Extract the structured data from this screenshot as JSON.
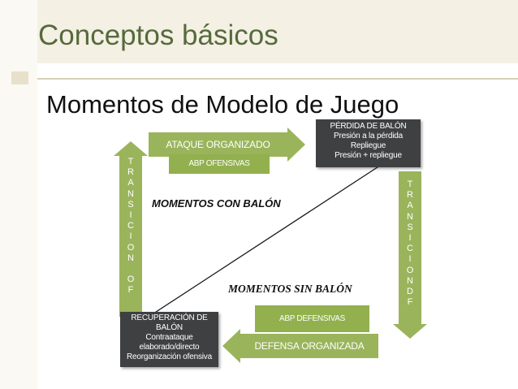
{
  "header": {
    "title": "Conceptos básicos",
    "subtitle": "Momentos de Modelo de Juego"
  },
  "diagram": {
    "perdida": {
      "lines": [
        "PÉRDIDA DE BALÓN",
        "Presión a la pérdida",
        "Repliegue",
        "Presión + repliegue"
      ]
    },
    "recuperacion": {
      "lines": [
        "RECUPERACIÓN DE",
        "BALÓN",
        "Contraataque",
        "elaborado/directo",
        "Reorganización ofensiva"
      ]
    },
    "ataque_organizado": "ATAQUE ORGANIZADO",
    "defensa_organizada": "DEFENSA ORGANIZADA",
    "abp_ofensivas": "ABP OFENSIVAS",
    "abp_defensivas": "ABP DEFENSIVAS",
    "momentos_con_balon": "MOMENTOS CON BALÓN",
    "momentos_sin_balon": "MOMENTOS SIN BALÓN",
    "transicion_ofensiva_letters": [
      "T",
      "R",
      "A",
      "N",
      "S",
      "I",
      "C",
      "I",
      "O",
      "N",
      "",
      "O",
      "F"
    ],
    "transicion_defensiva_letters": [
      "T",
      "R",
      "A",
      "N",
      "S",
      "I",
      "C",
      "I",
      "O",
      "N",
      "D",
      "F"
    ]
  },
  "colors": {
    "title": "#566a3c",
    "arrow_green": "#9ab45b",
    "abp_green": "#92b04e",
    "dark_box": "#3f4042"
  }
}
